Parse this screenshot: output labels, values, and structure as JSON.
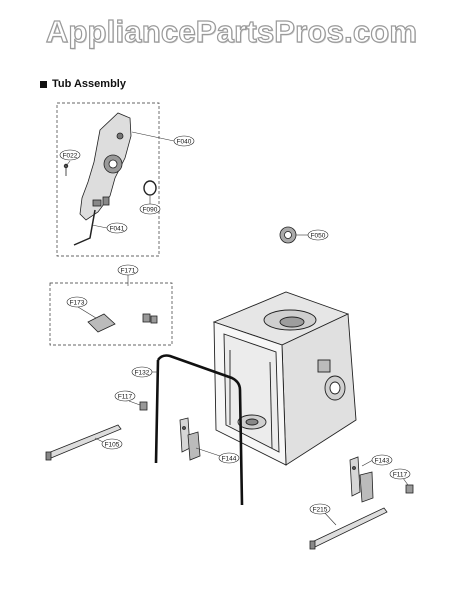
{
  "watermark": "AppliancePartsPros.com",
  "section": {
    "title": "Tub Assembly"
  },
  "parts": {
    "F022": "F022",
    "F040": "F040",
    "F090": "F090",
    "F041": "F041",
    "F050": "F050",
    "F171": "F171",
    "F173": "F173",
    "F132": "F132",
    "F117a": "F117",
    "F105": "F105",
    "F144": "F144",
    "F143": "F143",
    "F117b": "F117",
    "F215": "F215"
  },
  "colors": {
    "line": "#222222",
    "shade": "#cfcfcf"
  }
}
